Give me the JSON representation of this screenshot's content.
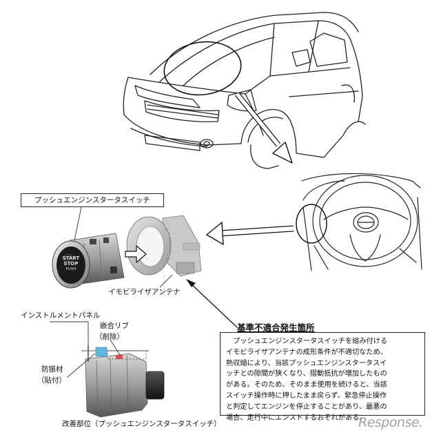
{
  "labels": {
    "push_switch": "プッシュエンジンスタータスイッチ",
    "immobilizer": "イモビライザアンテナ",
    "instrument_panel": "インストルメントパネル",
    "fitting_rib": "嵌合リブ",
    "fitting_rib_note": "（削除）",
    "cushion": "防振材",
    "cushion_note": "（貼付）",
    "improved_part": "改善部位（プッシュエンジンスタータスイッチ）"
  },
  "switch_face": {
    "line1": "START",
    "line2": "STOP",
    "line3": "PUSH"
  },
  "nonconformity": {
    "title": "基準不適合発生箇所",
    "lines": [
      "　プッシュエンジンスタータスイッチを組み付ける",
      "イモビライザアンテナの成形条件が不適切なため、",
      "熱収縮により、当該プッシュエンジンスタータスイ",
      "ッチとの隙間が狭くなり、摺動抵抗が増加したもの",
      "がある。そのため、そのまま使用を続けると、当該",
      "スイッチ操作時に押したまま戻らず、緊急停止操作",
      "と判定してエンジンを停止することがあり、最悪の",
      "場合、走行中にエンストするおそれがある。"
    ]
  },
  "watermark": "Response."
}
